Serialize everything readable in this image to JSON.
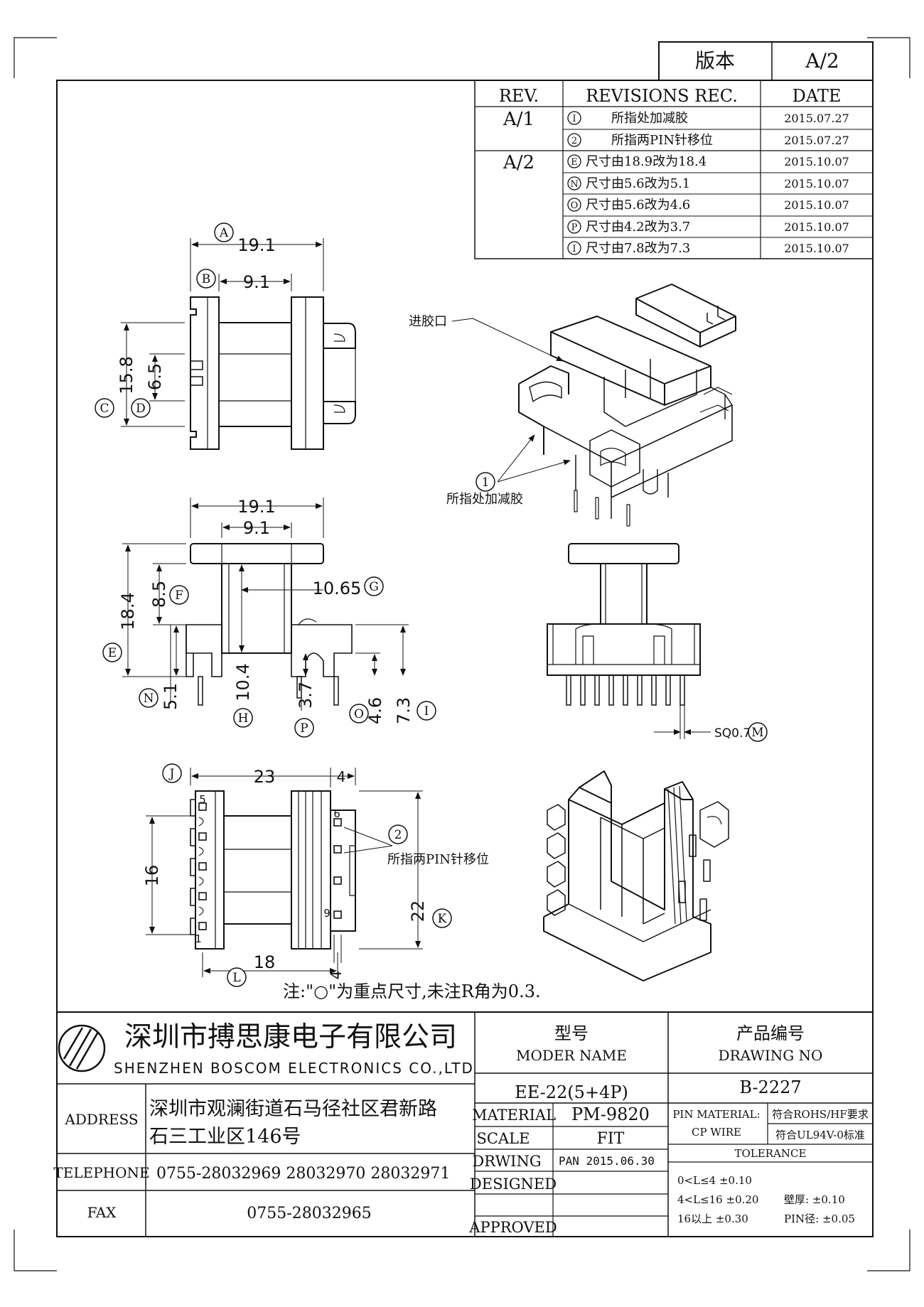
{
  "version": {
    "label": "版本",
    "value": "A/2"
  },
  "revisions": {
    "headers": [
      "REV.",
      "REVISIONS REC.",
      "DATE"
    ],
    "rows": [
      {
        "rev": "A/1",
        "mark": "I",
        "desc": "所指处加减胶",
        "date": "2015.07.27"
      },
      {
        "rev": "",
        "mark": "2",
        "desc": "所指两PIN针移位",
        "date": "2015.07.27"
      },
      {
        "rev": "A/2",
        "mark": "E",
        "desc": "尺寸由18.9改为18.4",
        "date": "2015.10.07"
      },
      {
        "rev": "",
        "mark": "N",
        "desc": "尺寸由5.6改为5.1",
        "date": "2015.10.07"
      },
      {
        "rev": "",
        "mark": "O",
        "desc": "尺寸由5.6改为4.6",
        "date": "2015.10.07"
      },
      {
        "rev": "",
        "mark": "P",
        "desc": "尺寸由4.2改为3.7",
        "date": "2015.10.07"
      },
      {
        "rev": "",
        "mark": "I",
        "desc": "尺寸由7.8改为7.3",
        "date": "2015.10.07"
      }
    ]
  },
  "views": {
    "top": {
      "dims": {
        "A": "19.1",
        "B": "9.1",
        "C": "15.8",
        "D": "6.5"
      },
      "marks": {
        "A": "A",
        "B": "B",
        "C": "C",
        "D": "D"
      }
    },
    "front": {
      "dims": {
        "w1": "19.1",
        "w2": "9.1",
        "E": "18.4",
        "F": "8.5",
        "G": "10.65",
        "H": "10.4",
        "N": "5.1",
        "P": "3.7",
        "O": "4.6",
        "I": "7.3"
      },
      "marks": {
        "E": "E",
        "F": "F",
        "G": "G",
        "H": "H",
        "N": "N",
        "P": "P",
        "O": "O",
        "I": "I"
      }
    },
    "side": {
      "pin_size": "SQ0.7",
      "mark": "M"
    },
    "bottom": {
      "dims": {
        "J": "23",
        "t": "4",
        "v": "16",
        "K": "22",
        "L": "18",
        "b": "4"
      },
      "marks": {
        "J": "J",
        "K": "K",
        "L": "L",
        "two": "2"
      },
      "pins": [
        "5",
        "1",
        "6",
        "9"
      ]
    },
    "iso_notes": {
      "gate": "进胶口",
      "glue": "所指处加减胶",
      "glue_mark": "1",
      "pin_shift": "所指两PIN针移位"
    }
  },
  "note": "注:\"○\"为重点尺寸,未注R角为0.3.",
  "title_block": {
    "company_cn": "深圳市搏思康电子有限公司",
    "company_en": "SHENZHEN BOSCOM ELECTRONICS CO.,LTD",
    "model_label_cn": "型号",
    "model_label_en": "MODER NAME",
    "model": "EE-22(5+4P)",
    "drawing_label_cn": "产品编号",
    "drawing_label_en": "DRAWING NO",
    "drawing_no": "B-2227",
    "address_label": "ADDRESS",
    "address_line1": "深圳市观澜街道石马径社区君新路",
    "address_line2": "石三工业区146号",
    "telephone_label": "TELEPHONE",
    "telephone": "0755-28032969 28032970 28032971",
    "fax_label": "FAX",
    "fax": "0755-28032965",
    "material_label": "MATERIAL",
    "material": "PM-9820",
    "scale_label": "SCALE",
    "scale": "FIT",
    "drawing_label": "DRWING",
    "drawing_by": "PAN 2015.06.30",
    "designed_label": "DESIGNED",
    "approved_label": "APPROVED",
    "pin_material_label": "PIN MATERIAL:",
    "pin_material": "CP WIRE",
    "rohs": "符合ROHS/HF要求",
    "ul": "符合UL94V-0标准",
    "tolerance_label": "TOLERANCE",
    "tol1": "0<L≤4  ±0.10",
    "tol2": "4<L≤16  ±0.20",
    "tol3": "16以上    ±0.30",
    "wall": "壁厚:  ±0.10",
    "pin_tol": "PIN径: ±0.05"
  }
}
